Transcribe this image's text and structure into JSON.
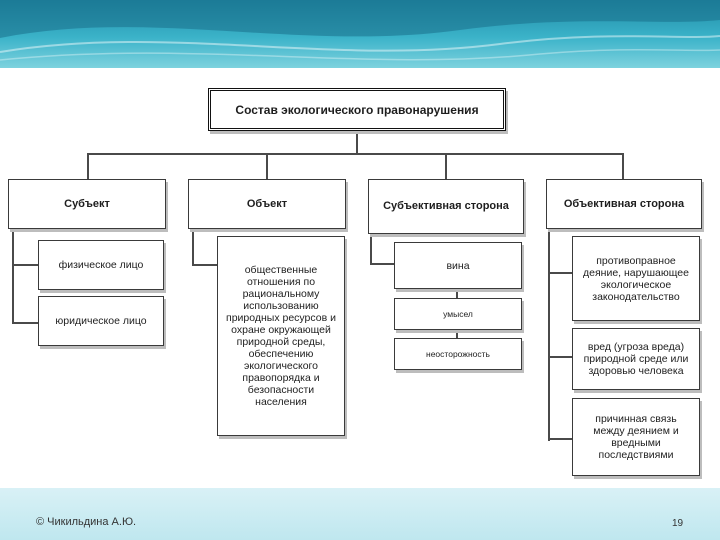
{
  "diagram": {
    "title": "Состав экологического правонарушения",
    "columns": {
      "subject": {
        "header": "Субъект",
        "items": [
          "физическое лицо",
          "юридическое лицо"
        ]
      },
      "object": {
        "header": "Объект",
        "items": [
          "общественные отношения по рациональному использованию природных ресурсов и охране окружающей природной среды, обеспечению экологического правопорядка и безопасности населения"
        ]
      },
      "subjective_side": {
        "header": "Субъективная сторона",
        "items": [
          "вина",
          "умысел",
          "неосторожность"
        ]
      },
      "objective_side": {
        "header": "Объективная сторона",
        "items": [
          "противоправное деяние, нарушающее экологическое законодательство",
          "вред (угроза вреда) природной среде или здоровью человека",
          "причинная связь между деянием и вредными последствиями"
        ]
      }
    }
  },
  "footer": {
    "author": "© Чикильдина А.Ю.",
    "page_number": "19"
  }
}
